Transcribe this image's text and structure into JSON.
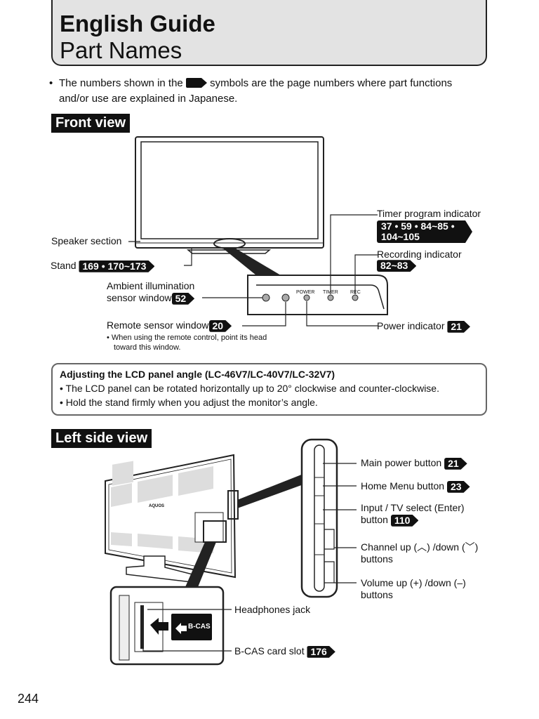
{
  "header": {
    "title_line1": "English Guide",
    "title_line2": "Part Names"
  },
  "note": {
    "bullet": "•",
    "text_before": "The numbers shown in the",
    "text_after": "symbols are the page numbers where part functions and/or use are explained in Japanese."
  },
  "front_view": {
    "heading": "Front view",
    "speaker_section": "Speaker section",
    "stand": {
      "label": "Stand",
      "pages": "169 • 170~173"
    },
    "ambient_sensor": {
      "line1": "Ambient illumination",
      "line2": "sensor window",
      "page": "52"
    },
    "remote_sensor": {
      "label": "Remote sensor window",
      "page": "20",
      "note_line1": "When using the remote control, point its head",
      "note_line2": "toward this window."
    },
    "timer_indicator": {
      "label": "Timer program indicator",
      "pages_line1": "37 • 59 • 84~85 •",
      "pages_line2": "104~105"
    },
    "recording_indicator": {
      "label": "Recording indicator",
      "pages": "82~83"
    },
    "power_indicator": {
      "label": "Power indicator",
      "page": "21"
    },
    "panel_labels": {
      "power": "POWER",
      "timer": "TIMER",
      "rec": "REC"
    }
  },
  "lcd_box": {
    "title": "Adjusting the LCD panel angle (LC-46V7/LC-40V7/LC-32V7)",
    "item1": "The LCD panel can be rotated horizontally up to 20° clockwise and counter-clockwise.",
    "item2": "Hold the stand firmly when you adjust the monitor’s angle."
  },
  "left_side_view": {
    "heading": "Left side view",
    "main_power": {
      "label": "Main power button",
      "page": "21"
    },
    "home_menu": {
      "label": "Home Menu button",
      "page": "23"
    },
    "input_select": {
      "line1": "Input / TV select (Enter)",
      "line2": "button",
      "page": "110"
    },
    "channel": {
      "line1": "Channel up (︿) /down (﹀)",
      "line2": "buttons"
    },
    "volume": {
      "line1": "Volume up (+) /down (–)",
      "line2": "buttons"
    },
    "headphones": "Headphones jack",
    "bcas_slot": {
      "label": "B-CAS card slot",
      "page": "176"
    },
    "bcas_card_text": "B-CAS",
    "brand_text": "AQUOS"
  },
  "page_number": "244"
}
